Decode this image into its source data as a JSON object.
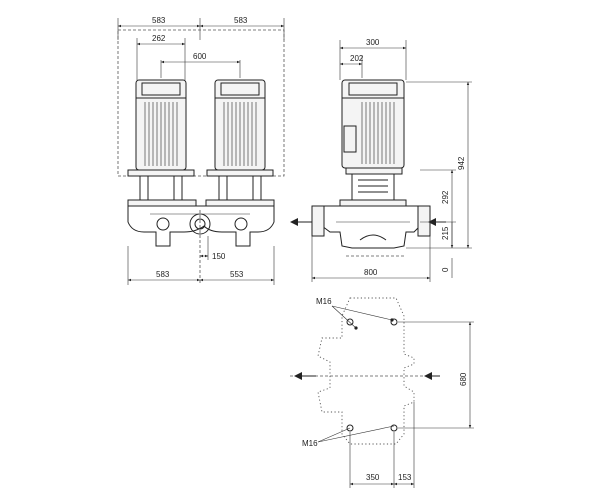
{
  "front_view": {
    "dims": {
      "top_left_width": "583",
      "top_right_width": "583",
      "motor_width": "262",
      "motor_spacing": "600",
      "bottom_left": "583",
      "bottom_right": "553",
      "flange_offset": "150"
    }
  },
  "side_view": {
    "dims": {
      "motor_total_width": "300",
      "motor_half_width": "202",
      "total_height": "942",
      "pump_height": "292",
      "inlet_height": "215",
      "base_zero": "0",
      "port_to_port": "800"
    }
  },
  "base_plan": {
    "bolt_label_top": "M16",
    "bolt_label_bottom": "M16",
    "bolt_depth": "680",
    "bolt_spacing_x": "350",
    "bolt_offset_x": "153"
  }
}
